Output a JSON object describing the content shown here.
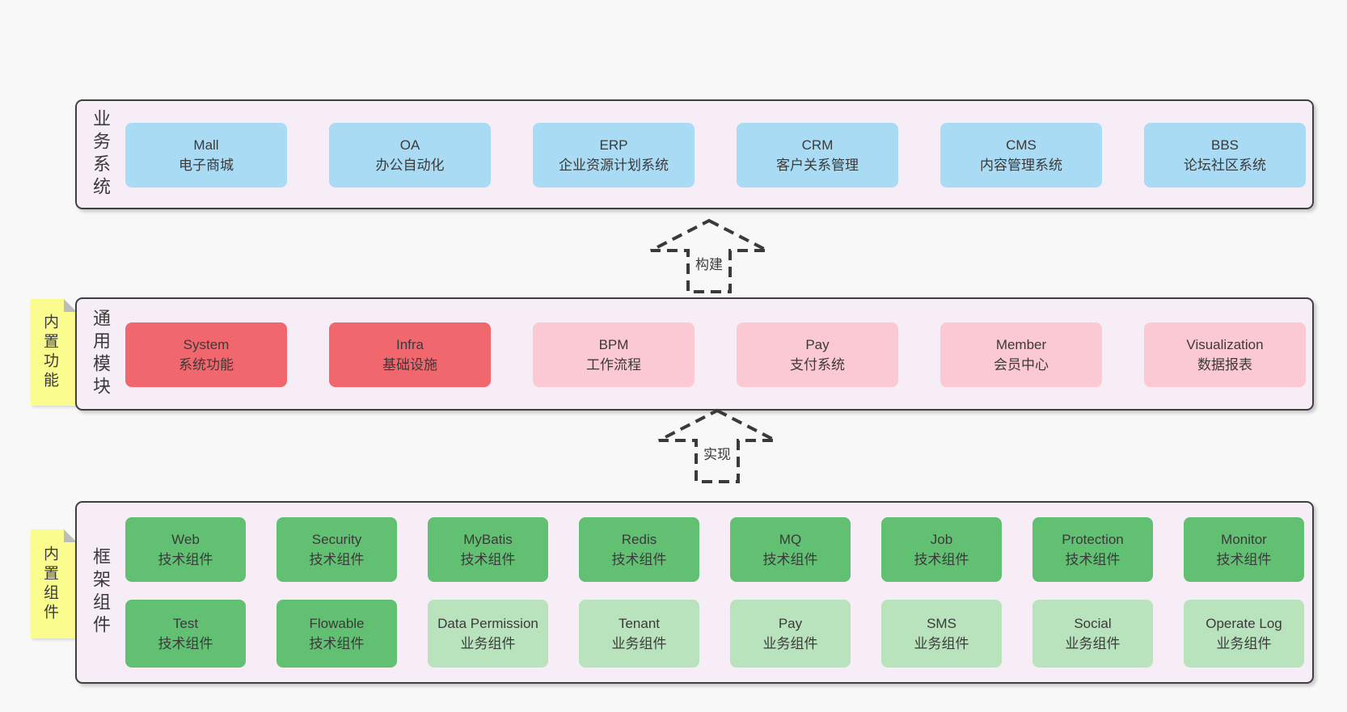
{
  "colors": {
    "blue": "#a9dbf5",
    "red": "#f0686e",
    "pink": "#fbc9d3",
    "green": "#62c072",
    "lightgreen": "#b9e3bd",
    "band_bg": "#f7edf6",
    "band_border": "#3f3f3f",
    "note_yellow": "#fbfc8e",
    "note_fold": "#bdbdbd",
    "text": "#3a3a3a",
    "page_bg": "#f8f8f8"
  },
  "arrows": [
    {
      "label": "构建"
    },
    {
      "label": "实现"
    }
  ],
  "bands": [
    {
      "side_label": "业务系统",
      "note": null,
      "rows": [
        [
          {
            "name": "Mall",
            "desc": "电子商城",
            "variant": "blue"
          },
          {
            "name": "OA",
            "desc": "办公自动化",
            "variant": "blue"
          },
          {
            "name": "ERP",
            "desc": "企业资源计划系统",
            "variant": "blue"
          },
          {
            "name": "CRM",
            "desc": "客户关系管理",
            "variant": "blue"
          },
          {
            "name": "CMS",
            "desc": "内容管理系统",
            "variant": "blue"
          },
          {
            "name": "BBS",
            "desc": "论坛社区系统",
            "variant": "blue"
          }
        ]
      ]
    },
    {
      "side_label": "通用模块",
      "note": "内置功能",
      "rows": [
        [
          {
            "name": "System",
            "desc": "系统功能",
            "variant": "red"
          },
          {
            "name": "Infra",
            "desc": "基础设施",
            "variant": "red"
          },
          {
            "name": "BPM",
            "desc": "工作流程",
            "variant": "pink"
          },
          {
            "name": "Pay",
            "desc": "支付系统",
            "variant": "pink"
          },
          {
            "name": "Member",
            "desc": "会员中心",
            "variant": "pink"
          },
          {
            "name": "Visualization",
            "desc": "数据报表",
            "variant": "pink"
          }
        ]
      ]
    },
    {
      "side_label": "框架组件",
      "note": "内置组件",
      "rows": [
        [
          {
            "name": "Web",
            "desc": "技术组件",
            "variant": "green"
          },
          {
            "name": "Security",
            "desc": "技术组件",
            "variant": "green"
          },
          {
            "name": "MyBatis",
            "desc": "技术组件",
            "variant": "green"
          },
          {
            "name": "Redis",
            "desc": "技术组件",
            "variant": "green"
          },
          {
            "name": "MQ",
            "desc": "技术组件",
            "variant": "green"
          },
          {
            "name": "Job",
            "desc": "技术组件",
            "variant": "green"
          },
          {
            "name": "Protection",
            "desc": "技术组件",
            "variant": "green"
          },
          {
            "name": "Monitor",
            "desc": "技术组件",
            "variant": "green"
          }
        ],
        [
          {
            "name": "Test",
            "desc": "技术组件",
            "variant": "green"
          },
          {
            "name": "Flowable",
            "desc": "技术组件",
            "variant": "green"
          },
          {
            "name": "Data Permission",
            "desc": "业务组件",
            "variant": "lightgreen"
          },
          {
            "name": "Tenant",
            "desc": "业务组件",
            "variant": "lightgreen"
          },
          {
            "name": "Pay",
            "desc": "业务组件",
            "variant": "lightgreen"
          },
          {
            "name": "SMS",
            "desc": "业务组件",
            "variant": "lightgreen"
          },
          {
            "name": "Social",
            "desc": "业务组件",
            "variant": "lightgreen"
          },
          {
            "name": "Operate Log",
            "desc": "业务组件",
            "variant": "lightgreen"
          }
        ]
      ]
    }
  ]
}
